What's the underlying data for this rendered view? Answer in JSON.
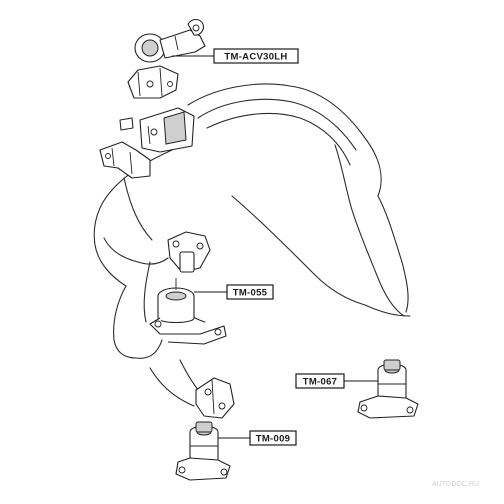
{
  "colors": {
    "ink": "#1a1a1a",
    "background": "#ffffff",
    "shade": "#cfcfcf"
  },
  "callouts": [
    {
      "id": "c1",
      "label": "TM-ACV30LH"
    },
    {
      "id": "c2",
      "label": "TM-055"
    },
    {
      "id": "c3",
      "label": "TM-067"
    },
    {
      "id": "c4",
      "label": "TM-009"
    }
  ],
  "watermark": {
    "text": "AUTODOC.RU"
  }
}
